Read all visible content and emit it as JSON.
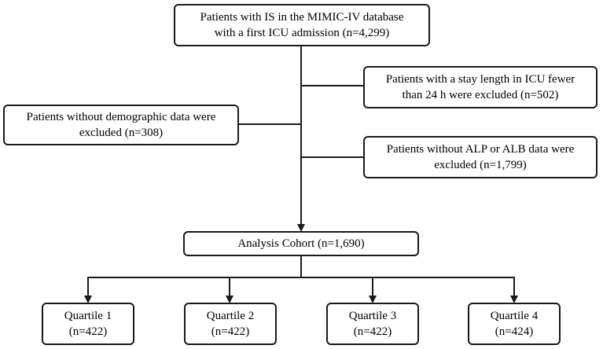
{
  "colors": {
    "stroke": "#1a1a1a",
    "text": "#000000",
    "background": "#ffffff"
  },
  "nodes": {
    "source": {
      "line1": "Patients with IS in the MIMIC-IV database",
      "line2": "with a first ICU admission (n=4,299)"
    },
    "exclusion_demographic": {
      "line1": "Patients without demographic  data were",
      "line2": "excluded (n=308)"
    },
    "exclusion_icu_stay": {
      "line1": "Patients with a stay length in ICU fewer",
      "line2": "than 24 h were excluded (n=502)"
    },
    "exclusion_alp_alb": {
      "line1": "Patients without ALP or ALB data were",
      "line2": "excluded (n=1,799)"
    },
    "analysis_cohort": {
      "line1": "Analysis Cohort (n=1,690)"
    },
    "quartiles": [
      {
        "label": "Quartile 1",
        "count": "(n=422)"
      },
      {
        "label": "Quartile 2",
        "count": "(n=422)"
      },
      {
        "label": "Quartile 3",
        "count": "(n=422)"
      },
      {
        "label": "Quartile 4",
        "count": "(n=424)"
      }
    ]
  }
}
